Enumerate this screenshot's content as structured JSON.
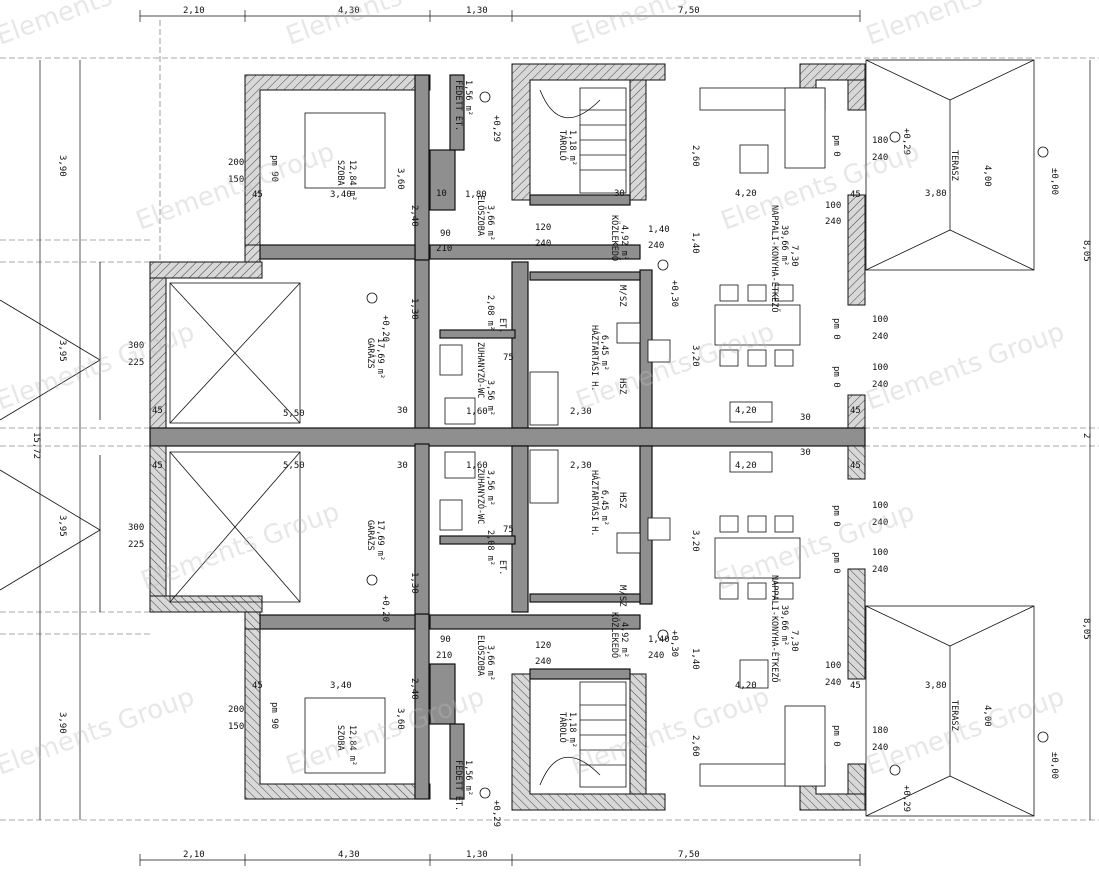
{
  "watermark": "Elements Group",
  "rooms_top": [
    {
      "name": "SZOBA",
      "area": "12,84 m²"
    },
    {
      "name": "FEDETT ÉT.",
      "area": "1,56 m²"
    },
    {
      "name": "TÁROLÓ",
      "area": "1,18 m²"
    },
    {
      "name": "ELŐSZOBA",
      "area": "3,66 m²"
    },
    {
      "name": "KÖZLEKEDŐ",
      "area": "4,92 m²"
    },
    {
      "name": "NAPPALI-KONYHA-ÉTKEZŐ",
      "area": "39,66 m²"
    },
    {
      "name": "GARÁZS",
      "area": "17,69 m²"
    },
    {
      "name": "ZUHANYZÓ-WC",
      "area": "3,56 m²"
    },
    {
      "name": "HÁZTARTÁSI H.",
      "area": "6,45 m²"
    },
    {
      "name": "TERASZ",
      "area": ""
    },
    {
      "name": "ET.",
      "area": "2,08 m²"
    }
  ],
  "rooms_bottom": [
    {
      "name": "SZOBA",
      "area": "12,84 m²"
    },
    {
      "name": "FEDETT ÉT.",
      "area": "1,56 m²"
    },
    {
      "name": "TÁROLÓ",
      "area": "1,18 m²"
    },
    {
      "name": "ELŐSZOBA",
      "area": "3,66 m²"
    },
    {
      "name": "KÖZLEKEDŐ",
      "area": "4,92 m²"
    },
    {
      "name": "NAPPALI-KONYHA-ÉTKEZŐ",
      "area": "39,66 m²"
    },
    {
      "name": "GARÁZS",
      "area": "17,69 m²"
    },
    {
      "name": "ZUHANYZÓ-WC",
      "area": "3,56 m²"
    },
    {
      "name": "HÁZTARTÁSI H.",
      "area": "6,45 m²"
    },
    {
      "name": "TERASZ",
      "area": ""
    },
    {
      "name": "ET.",
      "area": "2,08 m²"
    }
  ],
  "dims_top": [
    "2,10",
    "4,30",
    "1,30",
    "7,50"
  ],
  "dims_bottom": [
    "2,10",
    "4,30",
    "1,30",
    "7,50"
  ],
  "dims_right": [
    "8,05",
    "2",
    "8,05"
  ],
  "dims_left": [
    "3,90",
    "3,95",
    "15,72",
    "3,95",
    "3,90"
  ],
  "levels": {
    "terrace": "±0,00",
    "floor": "+0,29",
    "garage": "+0,20",
    "hall": "+0,30"
  },
  "inner_dims": {
    "szoba_w": "3,40",
    "garazs_w": "5,50",
    "nappali_w": "4,20",
    "terasz_w": "3,80",
    "terasz_h": "4,00",
    "wall_45": "45",
    "wall_30": "30",
    "wall_10": "10",
    "h_260": "2,60",
    "h_730": "7,30",
    "h_320": "3,20",
    "h_360": "3,60",
    "h_240": "2,40",
    "h_180": "1,80",
    "h_130": "1,30",
    "h_160": "1,60",
    "h_230": "2,30",
    "h_140": "1,40",
    "win_300": "300",
    "win_225": "225",
    "win_200": "200",
    "win_150": "150",
    "win_180": "180",
    "win_240": "240",
    "win_100": "100",
    "door_90": "90",
    "door_210": "210",
    "door_120": "120",
    "door_75": "75",
    "pm0": "pm 0",
    "pm90": "pm 90",
    "msz": "M/SZ",
    "hsz": "HSZ"
  }
}
